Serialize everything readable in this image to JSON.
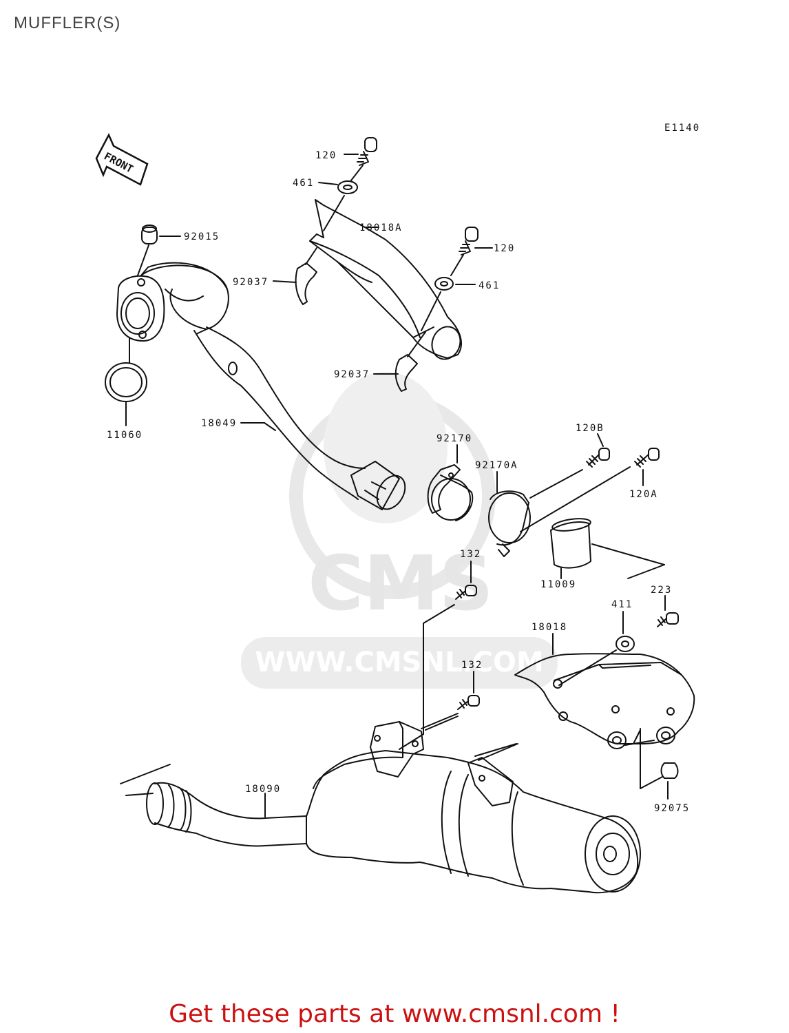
{
  "page": {
    "title": "MUFFLER(S)",
    "diagram_code": "E1140",
    "front_label": "FRONT",
    "watermark": {
      "logo_text": "CMS",
      "url_text": "WWW.CMSNL.COM"
    },
    "banner": "Get these parts at www.cmsnl.com !"
  },
  "parts": {
    "p120_top": "120",
    "p461_top": "461",
    "p18018A": "18018A",
    "p120_right": "120",
    "p461_right": "461",
    "p92015": "92015",
    "p92037_left": "92037",
    "p92037_lower": "92037",
    "p11060": "11060",
    "p18049": "18049",
    "p92170": "92170",
    "p92170A": "92170A",
    "p120B": "120B",
    "p120A": "120A",
    "p11009": "11009",
    "p132_upper": "132",
    "p223": "223",
    "p411": "411",
    "p18018": "18018",
    "p132_lower": "132",
    "p18090": "18090",
    "p92075": "92075"
  },
  "colors": {
    "line": "#111111",
    "banner": "#cc1111",
    "watermark": "#e6e6e6"
  }
}
